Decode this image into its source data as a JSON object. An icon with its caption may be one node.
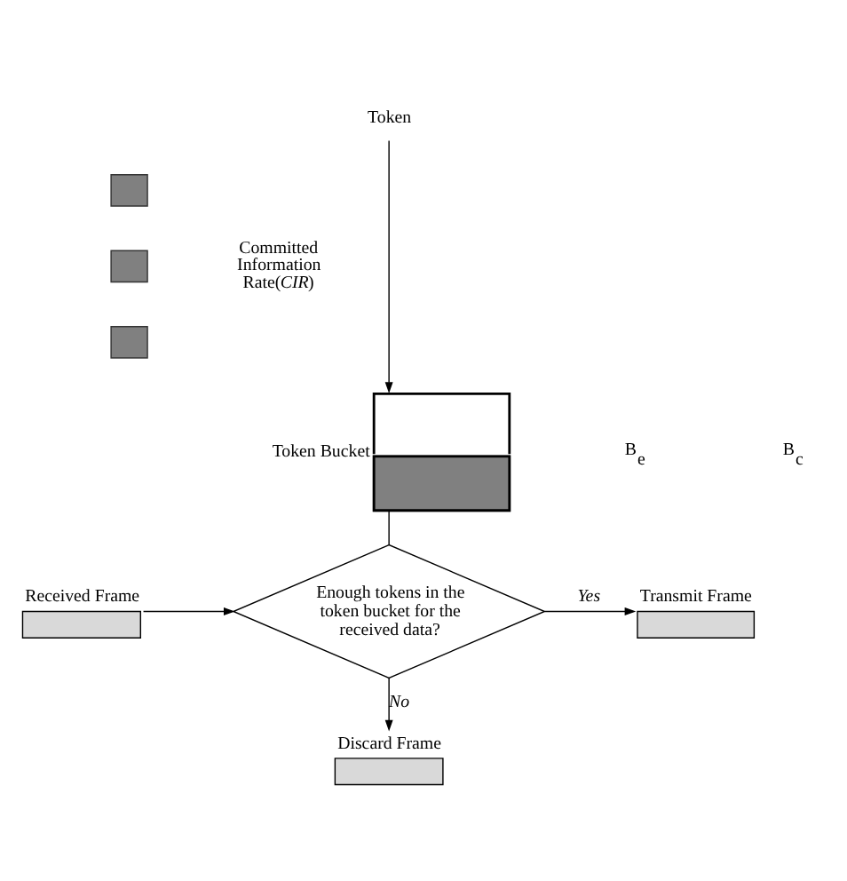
{
  "diagram": {
    "nodes": [
      {
        "text": [
          "Token"
        ]
      },
      {
        "text": [],
        "shape": "box"
      },
      {
        "text": [],
        "shape": "box"
      },
      {
        "text": [],
        "shape": "box"
      },
      {
        "text": [
          "Token Bucket"
        ]
      },
      {
        "text": [
          "Enough tokens in the token bucket for the received data?"
        ]
      },
      {
        "text": [
          "Received Frame"
        ]
      },
      {
        "text": [
          "Transmit Frame"
        ]
      },
      {
        "text": [
          "Discard Frame"
        ]
      }
    ],
    "edges": [
      {
        "from": 0,
        "to": 4,
        "arrow": "to"
      },
      {
        "from": 4,
        "to": 5,
        "arrow": "none"
      },
      {
        "from": 6,
        "to": 5,
        "arrow": "to"
      },
      {
        "from": 5,
        "to": 7,
        "arrow": "to",
        "label": "*Yes*"
      },
      {
        "from": 5,
        "to": 8,
        "arrow": "to",
        "label": "*No*"
      }
    ],
    "labels": [
      "Committed Information Rate(*CIR*)",
      "B$_{e}$",
      "B$_{c}$"
    ]
  }
}
